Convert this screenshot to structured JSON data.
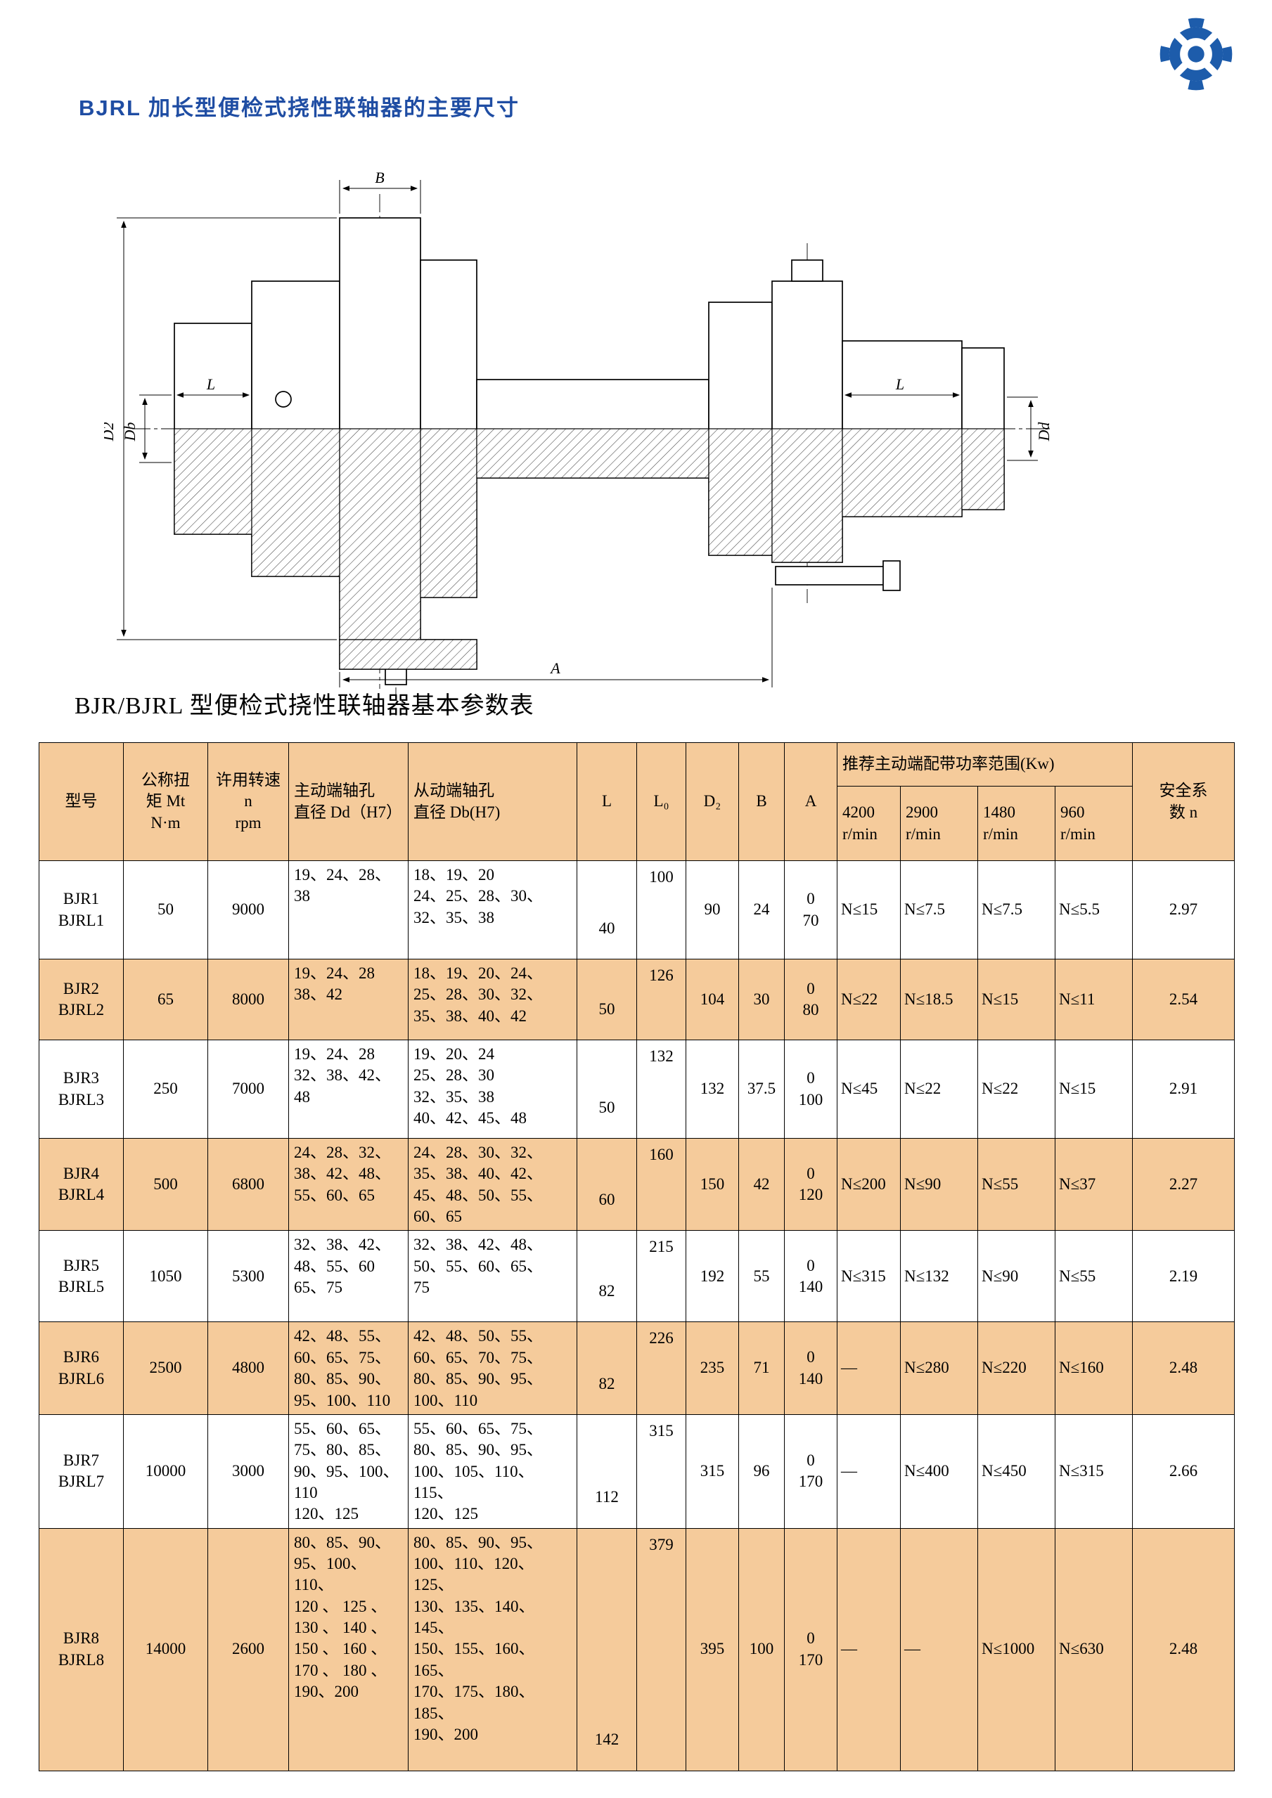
{
  "page": {
    "title": "BJRL 加长型便检式挠性联轴器的主要尺寸",
    "table_title": "BJR/BJRL 型便检式挠性联轴器基本参数表"
  },
  "colors": {
    "title_blue": "#1f4da3",
    "row_orange": "#f5cb9b",
    "logo_blue": "#1d5cab"
  },
  "drawing": {
    "dim_b": "B",
    "dim_l_left": "L",
    "dim_l_right": "L",
    "dim_d2": "D2",
    "dim_db": "Db",
    "dim_dd": "Dd",
    "dim_a": "A"
  },
  "table": {
    "header": {
      "model": "型号",
      "torque": "公称扭\n矩 Mt\nN·m",
      "speed": "许用转速\nn\nrpm",
      "driving_bore": "主动端轴孔\n直径 Dd（H7）",
      "driven_bore": "从动端轴孔\n直径 Db(H7)",
      "l": "L",
      "l0": "L₀",
      "d2": "D₂",
      "b": "B",
      "a": "A",
      "power_group": "推荐主动端配带功率范围(Kw)",
      "rpm_4200": "4200\nr/min",
      "rpm_2900": "2900\nr/min",
      "rpm_1480": "1480\nr/min",
      "rpm_960": "960\nr/min",
      "safety": "安全系\n数 n"
    },
    "rows": [
      {
        "model": "BJR1\nBJRL1",
        "torque": "50",
        "speed": "9000",
        "driving": "19、24、28、\n38",
        "driven": "18、19、20\n24、25、28、30、\n32、35、38",
        "l": "40",
        "l0": "100",
        "d2": "90",
        "b": "24",
        "a": "0\n70",
        "p4200": "N≤15",
        "p2900": "N≤7.5",
        "p1480": "N≤7.5",
        "p960": "N≤5.5",
        "safety": "2.97"
      },
      {
        "model": "BJR2\nBJRL2",
        "torque": "65",
        "speed": "8000",
        "driving": "19、24、28\n38、42",
        "driven": "18、19、20、24、\n25、28、30、32、\n35、38、40、42",
        "l": "50",
        "l0": "126",
        "d2": "104",
        "b": "30",
        "a": "0\n80",
        "p4200": "N≤22",
        "p2900": "N≤18.5",
        "p1480": "N≤15",
        "p960": "N≤11",
        "safety": "2.54"
      },
      {
        "model": "BJR3\nBJRL3",
        "torque": "250",
        "speed": "7000",
        "driving": "19、24、28\n32、38、42、\n48",
        "driven": "19、20、24\n25、28、30\n32、35、38\n40、42、45、48",
        "l": "50",
        "l0": "132",
        "d2": "132",
        "b": "37.5",
        "a": "0\n100",
        "p4200": "N≤45",
        "p2900": "N≤22",
        "p1480": "N≤22",
        "p960": "N≤15",
        "safety": "2.91"
      },
      {
        "model": "BJR4\nBJRL4",
        "torque": "500",
        "speed": "6800",
        "driving": "24、28、32、\n38、42、48、\n55、60、65",
        "driven": "24、28、30、32、\n35、38、40、42、\n45、48、50、55、\n60、65",
        "l": "60",
        "l0": "160",
        "d2": "150",
        "b": "42",
        "a": "0\n120",
        "p4200": "N≤200",
        "p2900": "N≤90",
        "p1480": "N≤55",
        "p960": "N≤37",
        "safety": "2.27"
      },
      {
        "model": "BJR5\nBJRL5",
        "torque": "1050",
        "speed": "5300",
        "driving": "32、38、42、\n48、55、60\n65、75",
        "driven": "32、38、42、48、\n50、55、60、65、\n75",
        "l": "82",
        "l0": "215",
        "d2": "192",
        "b": "55",
        "a": "0\n140",
        "p4200": "N≤315",
        "p2900": "N≤132",
        "p1480": "N≤90",
        "p960": "N≤55",
        "safety": "2.19"
      },
      {
        "model": "BJR6\nBJRL6",
        "torque": "2500",
        "speed": "4800",
        "driving": "42、48、55、\n60、65、75、\n80、85、90、\n95、100、110",
        "driven": "42、48、50、55、\n60、65、70、75、\n80、85、90、95、\n100、110",
        "l": "82",
        "l0": "226",
        "d2": "235",
        "b": "71",
        "a": "0\n140",
        "p4200": "—",
        "p2900": "N≤280",
        "p1480": "N≤220",
        "p960": "N≤160",
        "safety": "2.48"
      },
      {
        "model": "BJR7\nBJRL7",
        "torque": "10000",
        "speed": "3000",
        "driving": "55、60、65、\n75、80、85、\n90、95、100、\n110\n120、125",
        "driven": "55、60、65、75、\n80、85、90、95、\n100、105、110、115、\n120、125",
        "l": "112",
        "l0": "315",
        "d2": "315",
        "b": "96",
        "a": "0\n170",
        "p4200": "—",
        "p2900": "N≤400",
        "p1480": "N≤450",
        "p960": "N≤315",
        "safety": "2.66"
      },
      {
        "model": "BJR8\nBJRL8",
        "torque": "14000",
        "speed": "2600",
        "driving": "80、85、90、\n95、100、110、\n120 、 125 、\n130 、 140 、\n150 、 160 、\n170 、 180 、\n190、200",
        "driven": "80、85、90、95、\n100、110、120、125、\n130、135、140、145、\n150、155、160、165、\n170、175、180、185、\n190、200",
        "l": "142",
        "l0": "379",
        "d2": "395",
        "b": "100",
        "a": "0\n170",
        "p4200": "—",
        "p2900": "—",
        "p1480": "N≤1000",
        "p960": "N≤630",
        "safety": "2.48"
      }
    ]
  }
}
